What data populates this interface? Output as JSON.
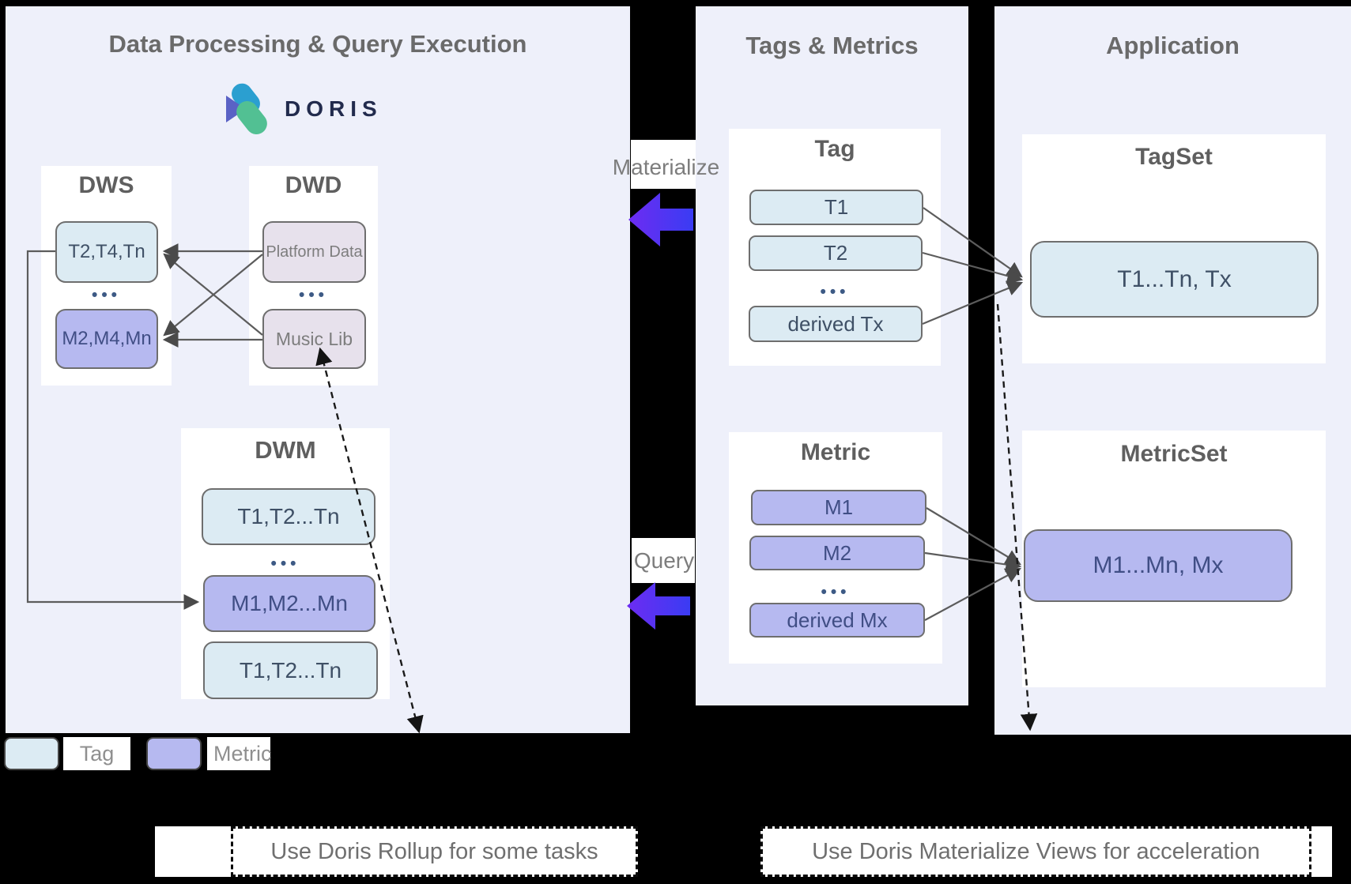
{
  "panels": {
    "left": {
      "title": "Data Processing & Query Execution",
      "logo_text": "DORIS",
      "dws": {
        "title": "DWS",
        "box_tag": "T2,T4,Tn",
        "dots": "•••",
        "box_metric": "M2,M4,Mn"
      },
      "dwd": {
        "title": "DWD",
        "box1": "Platform Data",
        "dots": "•••",
        "box2": "Music Lib"
      },
      "dwm": {
        "title": "DWM",
        "box1": "T1,T2...Tn",
        "dots": "•••",
        "box2": "M1,M2...Mn",
        "box3": "T1,T2...Tn"
      }
    },
    "middle": {
      "title": "Tags & Metrics",
      "tag": {
        "title": "Tag",
        "items": [
          "T1",
          "T2",
          "derived Tx"
        ],
        "dots": "•••"
      },
      "metric": {
        "title": "Metric",
        "items": [
          "M1",
          "M2",
          "derived Mx"
        ],
        "dots": "•••"
      }
    },
    "right": {
      "title": "Application",
      "tagset": {
        "title": "TagSet",
        "box": "T1...Tn, Tx"
      },
      "metricset": {
        "title": "MetricSet",
        "box": "M1...Mn, Mx"
      }
    }
  },
  "labels": {
    "materialize": "Materialize",
    "query": "Query"
  },
  "legend": {
    "tag": "Tag",
    "metric": "Metric"
  },
  "notes": {
    "rollup": "Use Doris Rollup for some tasks",
    "materialize_views": "Use Doris Materialize Views for acceleration"
  },
  "colors": {
    "panel_bg": "#eef0fa",
    "tag_fill": "#dcebf3",
    "metric_fill": "#b6b9f0",
    "dwd_fill": "#e7e1ec",
    "arrow_blue_left": "#6d2cf2",
    "arrow_blue_right": "#3a3cf3",
    "logo_blue": "#2b9fd0",
    "logo_green": "#52c093",
    "logo_purple": "#5a62c5",
    "line_gray": "#5c5c5c",
    "dash_black": "#1a1a1a"
  }
}
